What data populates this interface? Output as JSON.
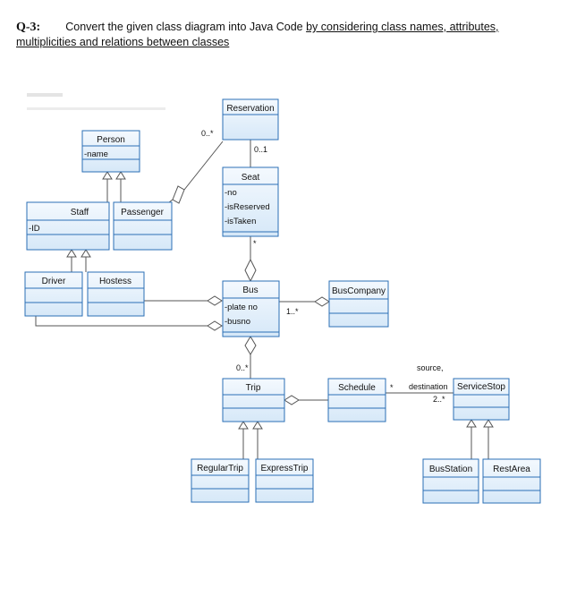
{
  "question": {
    "number": "Q-3:",
    "text_plain": "Convert the given class diagram into Java Code ",
    "text_underlined": "by considering class names, attributes, multiplicities and relations between classes"
  },
  "classes": {
    "reservation": {
      "name": "Reservation"
    },
    "person": {
      "name": "Person",
      "attrs": [
        "-name"
      ]
    },
    "seat": {
      "name": "Seat",
      "attrs": [
        "-no",
        "-isReserved",
        "-isTaken"
      ]
    },
    "staff": {
      "name": "Staff",
      "attrs": [
        "-ID"
      ]
    },
    "passenger": {
      "name": "Passenger"
    },
    "driver": {
      "name": "Driver"
    },
    "hostess": {
      "name": "Hostess"
    },
    "bus": {
      "name": "Bus",
      "attrs": [
        "-plate no",
        "-busno"
      ]
    },
    "buscompany": {
      "name": "BusCompany"
    },
    "trip": {
      "name": "Trip"
    },
    "schedule": {
      "name": "Schedule"
    },
    "servicestop": {
      "name": "ServiceStop"
    },
    "regulartrip": {
      "name": "RegularTrip"
    },
    "expresstrip": {
      "name": "ExpressTrip"
    },
    "busstation": {
      "name": "BusStation"
    },
    "restarea": {
      "name": "RestArea"
    }
  },
  "multiplicities": {
    "passenger_reservation": "0..*",
    "reservation_seat": "0..1",
    "seat_bus": "*",
    "bus_buscompany": "1..*",
    "bus_trip": "0..*",
    "schedule_star": "*",
    "servicestop_roles": "source,",
    "servicestop_roles2": "destination",
    "servicestop_mult": "2..*"
  },
  "colors": {
    "box_fill": "#e3f0fb",
    "box_stroke": "#2b6fb6",
    "line": "#555555"
  }
}
